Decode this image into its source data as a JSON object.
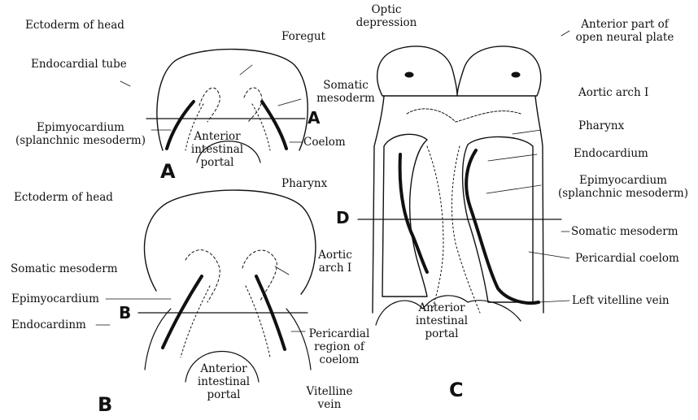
{
  "panel_a": {
    "ectoderm_of_head": "Ectoderm of head",
    "foregut": "Foregut",
    "endocardial_tube": "Endocardial tube",
    "somatic_mesoderm": [
      "Somatic",
      "mesoderm"
    ],
    "section_letter": "A",
    "epimyocardium": [
      "Epimyocardium",
      "(splanchnic mesoderm)"
    ],
    "anterior_intestinal_portal": [
      "Anterior",
      "intestinal",
      "portal"
    ],
    "coelom": "Coelom",
    "panel_letter": "A"
  },
  "panel_b": {
    "ectoderm_of_head": "Ectoderm of head",
    "pharynx": "Pharynx",
    "somatic_mesoderm": "Somatic mesoderm",
    "aortic_arch": [
      "Aortic",
      "arch I"
    ],
    "epimyocardium": "Epimyocardium",
    "section_letter": "B",
    "endocardium": "Endocardinm",
    "pericardial_region": [
      "Pericardial",
      "region of",
      "coelom"
    ],
    "anterior_intestinal_portal": [
      "Anterior",
      "intestinal",
      "portal"
    ],
    "vitelline_vein": [
      "Vitelline",
      "vein"
    ],
    "panel_letter": "B"
  },
  "panel_c": {
    "optic_depression": [
      "Optic",
      "depression"
    ],
    "anterior_part": [
      "Anterior part of",
      "open neural plate"
    ],
    "aortic_arch": "Aortic arch I",
    "pharynx": "Pharynx",
    "endocardium": "Endocardium",
    "epimyocardium": [
      "Epimyocardium",
      "(splanchnic mesoderm)"
    ],
    "section_letter": "D",
    "somatic_mesoderm": "Somatic mesoderm",
    "pericardial_coelom": "Pericardial coelom",
    "left_vitelline_vein": "Left vitelline vein",
    "anterior_intestinal_portal": [
      "Anterior",
      "intestinal",
      "portal"
    ],
    "panel_letter": "C"
  }
}
